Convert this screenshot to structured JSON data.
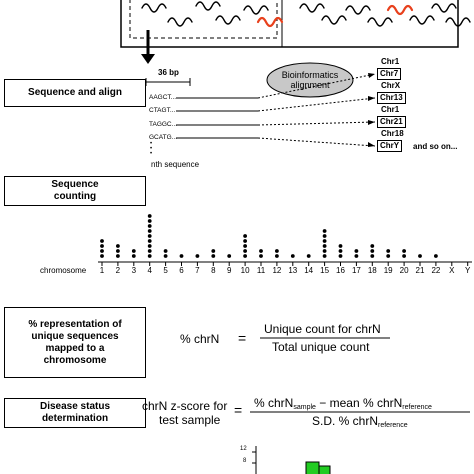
{
  "steps": {
    "sequence_align": "Sequence and align",
    "sequence_counting": "Sequence counting",
    "representation": "% representation of unique sequences mapped to a chromosome",
    "disease_status": "Disease status determination"
  },
  "read_length": "36 bp",
  "bioinformatics": "Bioinformatics alignment",
  "sequences": [
    "AAGCT...",
    "CTAGT...",
    "TAGGC...",
    "GCATG..."
  ],
  "ellipsis_dots": "•\n•\n•",
  "nth_sequence": "nth sequence",
  "mapped_chromosomes": [
    {
      "label": "Chr1",
      "boxed": false
    },
    {
      "label": "Chr7",
      "boxed": true
    },
    {
      "label": "ChrX",
      "boxed": false
    },
    {
      "label": "Chr13",
      "boxed": true
    },
    {
      "label": "Chr1",
      "boxed": false
    },
    {
      "label": "Chr21",
      "boxed": true
    },
    {
      "label": "Chr18",
      "boxed": false
    },
    {
      "label": "ChrY",
      "boxed": true
    }
  ],
  "and_so_on": "and so on...",
  "chromosome_axis_label": "chromosome",
  "chromosome_counts": {
    "labels": [
      "1",
      "2",
      "3",
      "4",
      "5",
      "6",
      "7",
      "8",
      "9",
      "10",
      "11",
      "12",
      "13",
      "14",
      "15",
      "16",
      "17",
      "18",
      "19",
      "20",
      "21",
      "22",
      "X",
      "Y"
    ],
    "dots": [
      4,
      3,
      2,
      9,
      2,
      1,
      1,
      2,
      1,
      5,
      2,
      2,
      1,
      1,
      6,
      3,
      2,
      3,
      2,
      2,
      1,
      1,
      0,
      0
    ]
  },
  "formula_pct": {
    "lhs": "% chrN",
    "eq": "=",
    "numerator": "Unique count for chrN",
    "denominator": "Total unique count"
  },
  "formula_z": {
    "lhs_line1": "chrN z-score for",
    "lhs_line2": "test sample",
    "eq": "=",
    "num_a": "% chrN",
    "num_a_sub": "sample",
    "num_mid": " − mean % chrN",
    "num_b_sub": "reference",
    "den_a": "S.D. % chrN",
    "den_sub": "reference"
  },
  "histogram": {
    "y_ticks": [
      "12",
      "8"
    ],
    "bar_color": "#22cc22"
  },
  "colors": {
    "highlight_fragment": "#e8401c",
    "bubble_fill": "#c8c8c8"
  }
}
